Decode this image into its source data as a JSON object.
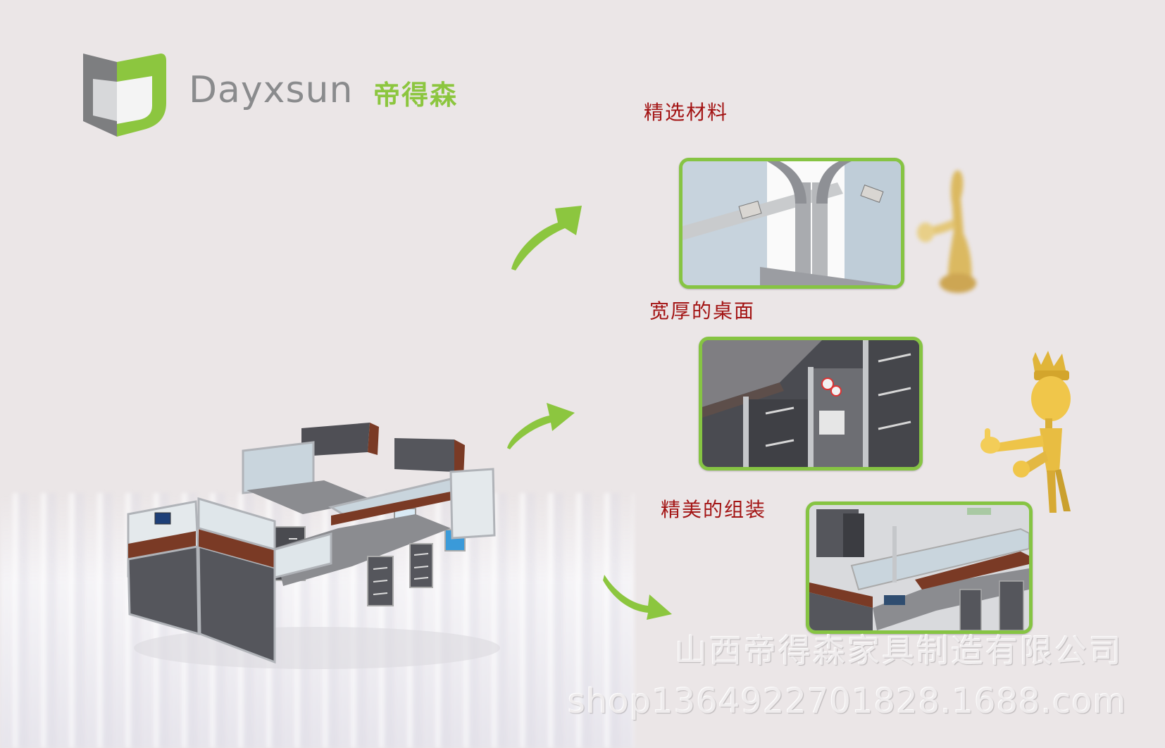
{
  "brand": {
    "name_latin": "Dayxsun",
    "name_cn": "帝得森",
    "colors": {
      "green": "#8cc63f",
      "gray": "#8a8b8d",
      "heading_red": "#a31414",
      "background": "#ebe6e7"
    }
  },
  "features": [
    {
      "heading": "精选材料",
      "image": "aluminum frame joint close-up"
    },
    {
      "heading": "宽厚的桌面",
      "image": "thick desktop with drawer cabinet close-up"
    },
    {
      "heading": "精美的组装",
      "image": "assembled office workstation close-up"
    }
  ],
  "main_image": "four-person office workstation cluster",
  "watermark": {
    "company": "山西帝得森家具制造有限公司",
    "url": "shop1364922701828.1688.com"
  },
  "icons": {
    "arrows": [
      "curved-arrow-up-right",
      "curved-arrow-up-right",
      "curved-arrow-down-right"
    ],
    "mascots": [
      "gold-figure-blurred",
      "gold-king-thumbs-up"
    ]
  }
}
